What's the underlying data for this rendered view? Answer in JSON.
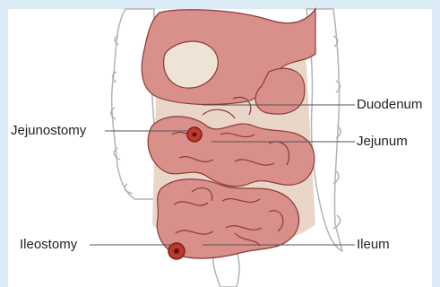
{
  "labels": {
    "duodenum": "Duodenum",
    "jejunostomy": "Jejunostomy",
    "jejunum": "Jejunum",
    "ileostomy": "Ileostomy",
    "ileum": "Ileum"
  },
  "colors": {
    "background": "#ffffff",
    "frame": "#dcecf6",
    "colon_fill": "#ffffff",
    "colon_outline": "#b3b3b3",
    "intestine_fill": "#d98f8a",
    "intestine_outline": "#8a3a3a",
    "cavity_fill": "#e9d6c8",
    "stoma_fill": "#c0392b",
    "leader_line": "#555555"
  }
}
